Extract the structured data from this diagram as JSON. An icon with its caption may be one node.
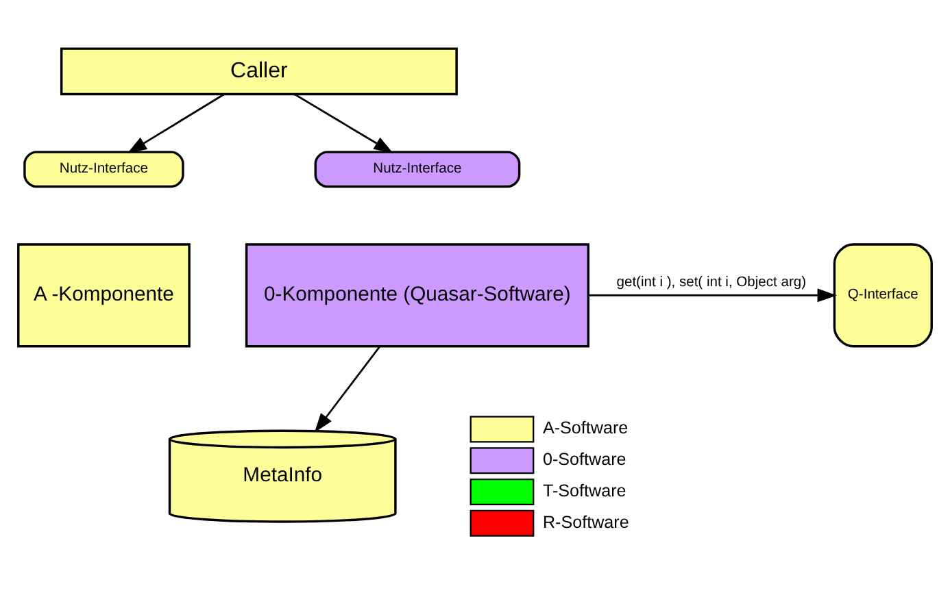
{
  "diagram": {
    "nodes": [
      {
        "text": [
          "Caller"
        ]
      },
      {
        "text": [
          "Nutz-Interface"
        ]
      },
      {
        "text": [
          "A -Komponente"
        ]
      },
      {
        "text": [
          "Q-Interface"
        ]
      },
      {
        "text": [
          "Nutz-Interface"
        ]
      },
      {
        "text": [
          "0-Komponente (Quasar-Software)"
        ]
      },
      {
        "text": [
          "MetaInfo"
        ]
      }
    ],
    "edges": [
      {
        "from": 0,
        "to": 1,
        "arrow": "to"
      },
      {
        "from": 0,
        "to": 4,
        "arrow": "to"
      },
      {
        "from": 5,
        "to": 3,
        "arrow": "to",
        "label": "get(int i ), set( int i, Object arg)"
      },
      {
        "from": 5,
        "to": 6,
        "arrow": "to"
      }
    ],
    "legend": [
      {
        "text": "A-Software",
        "color": "#ffff99"
      },
      {
        "text": "0-Software",
        "color": "#cc99ff"
      },
      {
        "text": "T-Software",
        "color": "#00ff00"
      },
      {
        "text": "R-Software",
        "color": "#ff0000"
      }
    ]
  }
}
